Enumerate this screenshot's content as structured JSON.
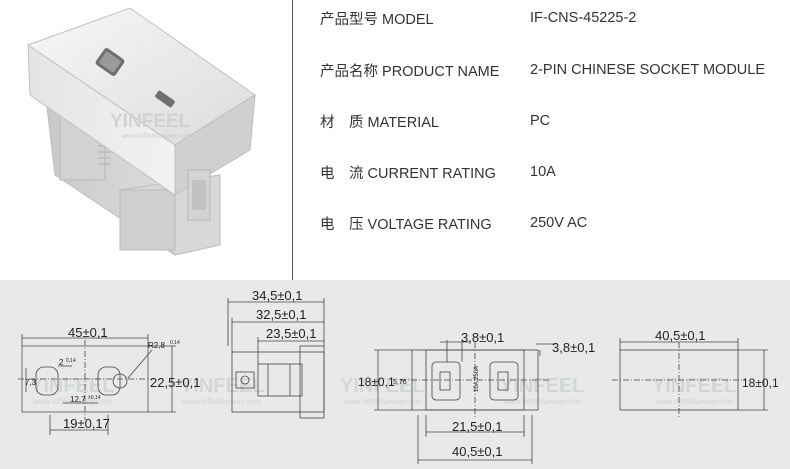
{
  "specs": [
    {
      "label": "产品型号 MODEL",
      "value": "IF-CNS-45225-2"
    },
    {
      "label": "产品名称 PRODUCT NAME",
      "value": "2-PIN CHINESE SOCKET MODULE"
    },
    {
      "label": "材　质 MATERIAL",
      "value": "PC"
    },
    {
      "label": "电　流 CURRENT RATING",
      "value": "10A"
    },
    {
      "label": "电　压 VOLTAGE RATING",
      "value": "250V AC"
    }
  ],
  "watermark": {
    "brand": "YINFEEL",
    "url": "www.infinitiveway.com"
  },
  "dimensions": {
    "front_width": "45±0,1",
    "front_height": "22,5±0,1",
    "radius": "R2,8",
    "radius_tol": "0,14",
    "pin_offset_top": "2",
    "pin_offset_top_tol": "0,14",
    "pin_spacing_small": "12,7",
    "pin_spacing_small_tol": "±0,14",
    "left_height": "7,3",
    "bottom_spacing": "19±0,17",
    "side_depth_1": "34,5±0,1",
    "side_depth_2": "32,5±0,1",
    "side_depth_3": "23,5±0,1",
    "top_pin_width": "3,8±0,1",
    "top_pin_width_right": "3,8±0,1",
    "top_height_left": "18±0,1",
    "top_pin_offset": "5,76",
    "top_bottom_inner": "21,5±0,1",
    "top_bottom_outer": "40,5±0,1",
    "rating_text": "10A 250A",
    "back_width": "40,5±0,1",
    "back_height": "18±0,1"
  }
}
